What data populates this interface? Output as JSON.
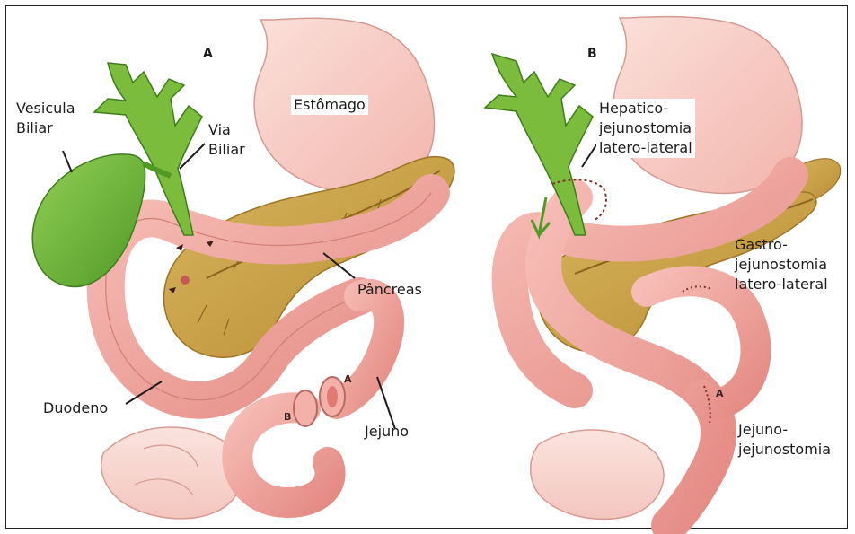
{
  "panels": {
    "a": {
      "letter": "A",
      "labels": {
        "vesicula_biliar": "Vesicula\nBiliar",
        "via_biliar": "Via\nBiliar",
        "estomago": "Estômago",
        "pancreas": "Pâncreas",
        "duodeno": "Duodeno",
        "jejuno": "Jejuno"
      },
      "segment_marks": {
        "a": "A",
        "b": "B"
      }
    },
    "b": {
      "letter": "B",
      "labels": {
        "hepatico": "Hepatico-\njejunostomia\nlatero-lateral",
        "gastro": "Gastro-\njejunostomia\nlatero-lateral",
        "jejuno_jejuno": "Jejuno-\njejunostomia"
      },
      "segment_marks": {
        "a": "A"
      }
    }
  },
  "colors": {
    "stomach": "#f6c7bf",
    "intestine": "#ee9e97",
    "pancreas": "#c8a24a",
    "biliary": "#7cbc3c",
    "gallbladder": "#6cb636",
    "outline": "#c97c74"
  }
}
